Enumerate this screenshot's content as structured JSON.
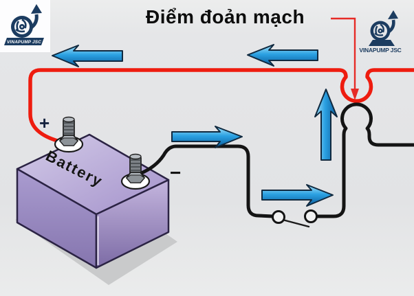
{
  "title": {
    "text": "Điểm đoản mạch"
  },
  "callout": {
    "points_to": "short-circuit-point",
    "color": "#e62b26"
  },
  "battery": {
    "label": "Battery",
    "positive_label": "+",
    "negative_label": "−",
    "body_color": "#a795cd",
    "shadow_color": "#c9cacb"
  },
  "wires": {
    "positive_wire_color": "#ee1c0f",
    "negative_wire_color": "#141414"
  },
  "flow_arrows": {
    "color": "#2ba1e2",
    "directions": [
      "left",
      "left",
      "right",
      "right",
      "up"
    ]
  },
  "switch": {
    "contact_count": 2
  },
  "logos": {
    "top_left": {
      "company": "VINAPUMP JSC",
      "color": "#1c3c60"
    },
    "top_right": {
      "company": "VINAPUMP JSC",
      "color": "#1c3c60"
    }
  }
}
